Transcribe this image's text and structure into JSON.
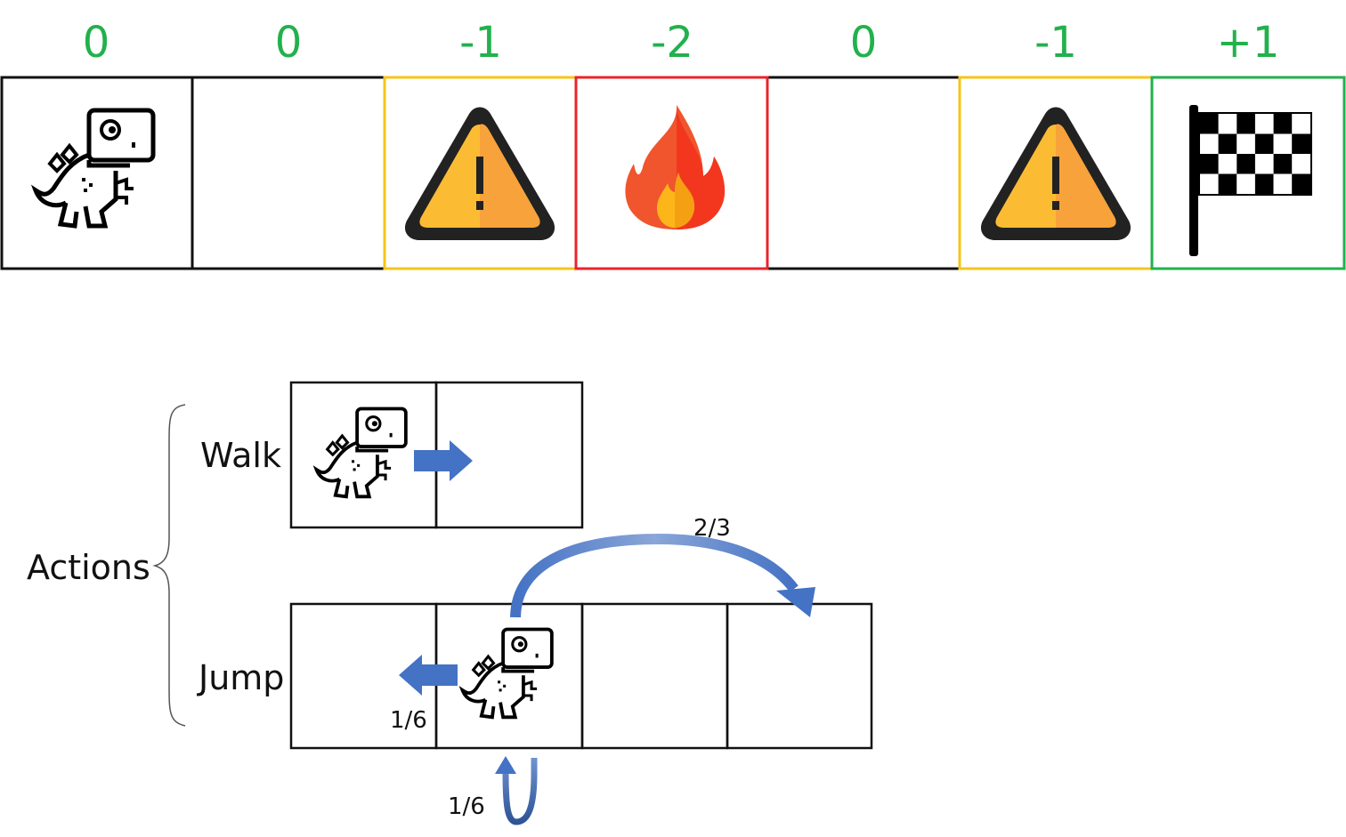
{
  "rewards": [
    "0",
    "0",
    "-1",
    "-2",
    "0",
    "-1",
    "+1"
  ],
  "cells": [
    {
      "content": "dino-icon",
      "border": "#111111"
    },
    {
      "content": "empty",
      "border": "#111111"
    },
    {
      "content": "warning-icon",
      "border": "#f5c518"
    },
    {
      "content": "fire-icon",
      "border": "#e8242a"
    },
    {
      "content": "empty",
      "border": "#111111"
    },
    {
      "content": "warning-icon",
      "border": "#f5c518"
    },
    {
      "content": "checkered-flag-icon",
      "border": "#22b14c"
    }
  ],
  "colors": {
    "reward_text": "#22b14c",
    "arrow": "#4472c4",
    "warning_fill": "#fbbc34",
    "warning_shadow": "#f7a23a",
    "fire_outer": "#f0552d",
    "fire_inner": "#fcb61a"
  },
  "actions": {
    "group_label": "Actions",
    "walk_label": "Walk",
    "jump_label": "Jump"
  },
  "probabilities": {
    "forward": "2/3",
    "backward": "1/6",
    "stay": "1/6"
  }
}
